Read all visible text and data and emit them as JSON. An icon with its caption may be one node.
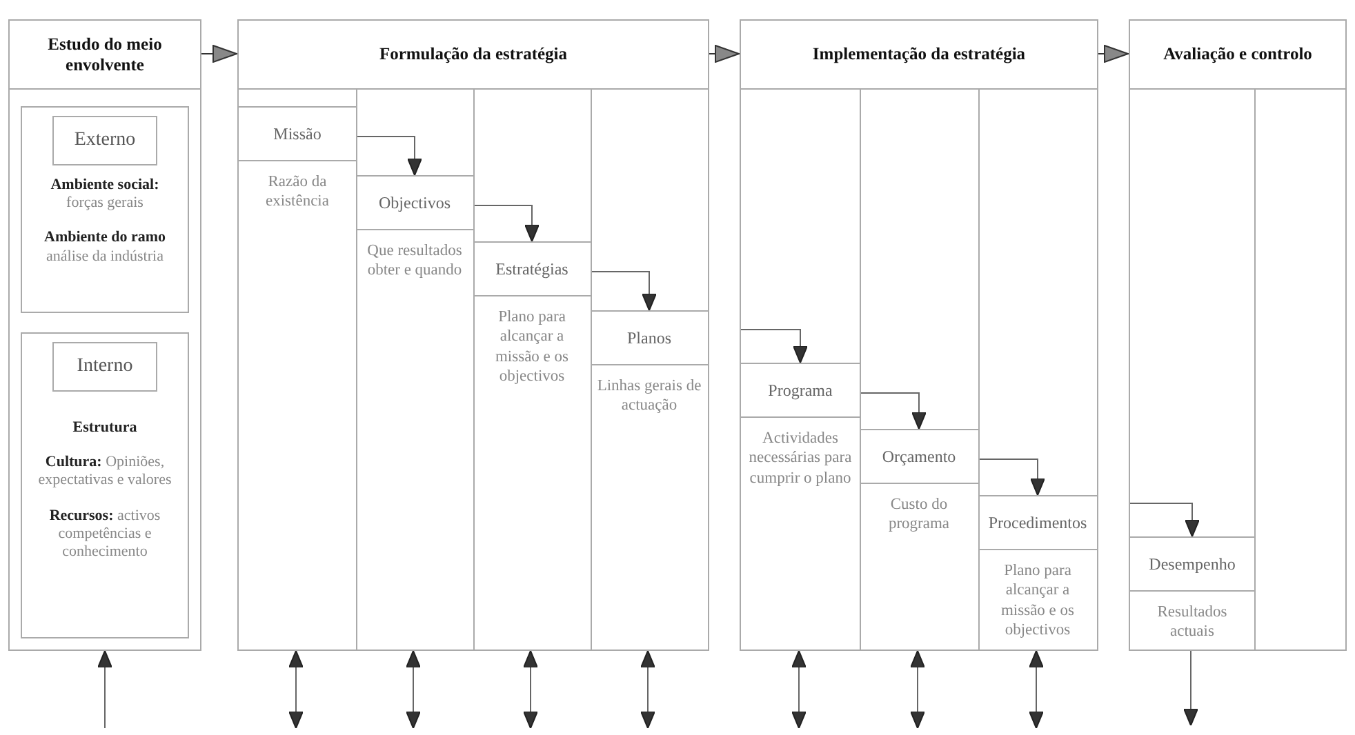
{
  "diagram": {
    "nodes": [
      {
        "text": [
          "Estudo do meio envolvente"
        ]
      },
      {
        "text": [
          "**Ambiente social:** forças gerais",
          "**Ambiente do ramo** análise da indústria"
        ],
        "in": 0
      },
      {
        "text": [
          "Externo"
        ],
        "in": 1
      },
      {
        "text": [
          "Estrutura",
          "**Cultura:** Opiniões, expectativas e valores",
          "**Recursos:** activos competências e conhecimento"
        ],
        "in": 0
      },
      {
        "text": [
          "Interno"
        ],
        "in": 3
      },
      {
        "text": [
          "Formulação da estratégia"
        ]
      },
      {
        "text": [
          "Missão"
        ],
        "in": 5,
        "beside": [
          "Razão da existência"
        ]
      },
      {
        "text": [
          "Objectivos"
        ],
        "in": 5,
        "beside": [
          "Que resultados obter e quando"
        ]
      },
      {
        "text": [
          "Estratégias"
        ],
        "in": 5,
        "beside": [
          "Plano para alcançar a missão e os objectivos"
        ]
      },
      {
        "text": [
          "Planos"
        ],
        "in": 5,
        "beside": [
          "Linhas gerais de actuação"
        ]
      },
      {
        "text": [
          "Implementação da estratégia"
        ]
      },
      {
        "text": [
          "Programa"
        ],
        "in": 10,
        "beside": [
          "Actividades necessárias para cumprir o plano"
        ]
      },
      {
        "text": [
          "Orçamento"
        ],
        "in": 10,
        "beside": [
          "Custo do programa"
        ]
      },
      {
        "text": [
          "Procedimentos"
        ],
        "in": 10,
        "beside": [
          "Plano para alcançar a missão e os objectivos"
        ]
      },
      {
        "text": [
          "Avaliação e controlo"
        ]
      },
      {
        "text": [
          "Desempenho"
        ],
        "in": 14,
        "beside": [
          "Resultados actuais"
        ]
      }
    ],
    "edges": [
      {
        "from": 0,
        "to": 5,
        "arrow": "to"
      },
      {
        "from": 5,
        "to": 10,
        "arrow": "to"
      },
      {
        "from": 10,
        "to": 14,
        "arrow": "to"
      },
      {
        "from": 6,
        "to": 7,
        "arrow": "to"
      },
      {
        "from": 7,
        "to": 8,
        "arrow": "to"
      },
      {
        "from": 8,
        "to": 9,
        "arrow": "to"
      },
      {
        "from": null,
        "to": 11,
        "arrow": "to"
      },
      {
        "from": 11,
        "to": 12,
        "arrow": "to"
      },
      {
        "from": 12,
        "to": 13,
        "arrow": "to"
      },
      {
        "from": null,
        "to": 15,
        "arrow": "to"
      },
      {
        "from": null,
        "to": 0,
        "arrow": "to"
      },
      {
        "from": null,
        "to": 5,
        "arrow": "both"
      },
      {
        "from": null,
        "to": 5,
        "arrow": "both"
      },
      {
        "from": null,
        "to": 5,
        "arrow": "both"
      },
      {
        "from": null,
        "to": 5,
        "arrow": "both"
      },
      {
        "from": null,
        "to": 10,
        "arrow": "both"
      },
      {
        "from": null,
        "to": 10,
        "arrow": "both"
      },
      {
        "from": null,
        "to": 10,
        "arrow": "both"
      },
      {
        "from": 14,
        "to": null,
        "arrow": "to"
      }
    ]
  }
}
